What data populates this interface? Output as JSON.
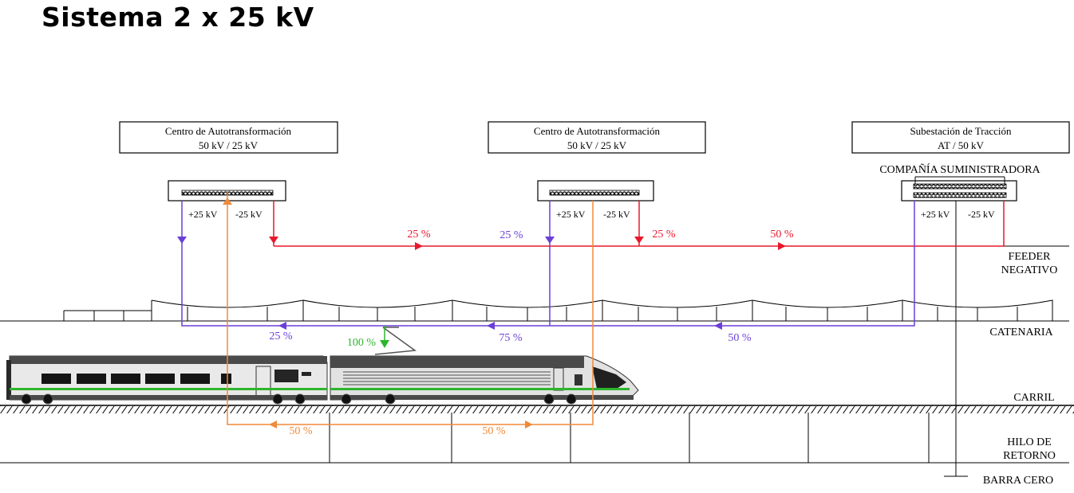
{
  "title": "Sistema 2 x 25 kV",
  "boxes": {
    "at1": {
      "line1": "Centro de Autotransformación",
      "line2": "50 kV / 25 kV"
    },
    "at2": {
      "line1": "Centro de Autotransformación",
      "line2": "50 kV / 25 kV"
    },
    "st": {
      "line1": "Subestación de Tracción",
      "line2": "AT / 50 kV"
    }
  },
  "supplier": "COMPAÑÍA SUMINISTRADORA",
  "terminals": {
    "plus": "+25 kV",
    "minus": "-25 kV"
  },
  "labels": {
    "feeder_1": "FEEDER",
    "feeder_2": "NEGATIVO",
    "catenary": "CATENARIA",
    "rail": "CARRIL",
    "return_1": "HILO DE",
    "return_2": "RETORNO",
    "zero_bar": "BARRA CERO"
  },
  "currents": {
    "feeder_a": "25 %",
    "feeder_b": "25 %",
    "feeder_c": "50 %",
    "blue_top": "25 %",
    "cat_a": "25 %",
    "cat_b": "75 %",
    "cat_c": "50 %",
    "train": "100 %",
    "ret_a": "50 %",
    "ret_b": "50 %"
  },
  "colors": {
    "feeder": "#e8182c",
    "catenary": "#6a3fd8",
    "return": "#f08a3a",
    "train": "#2db52d",
    "line": "#000000"
  }
}
